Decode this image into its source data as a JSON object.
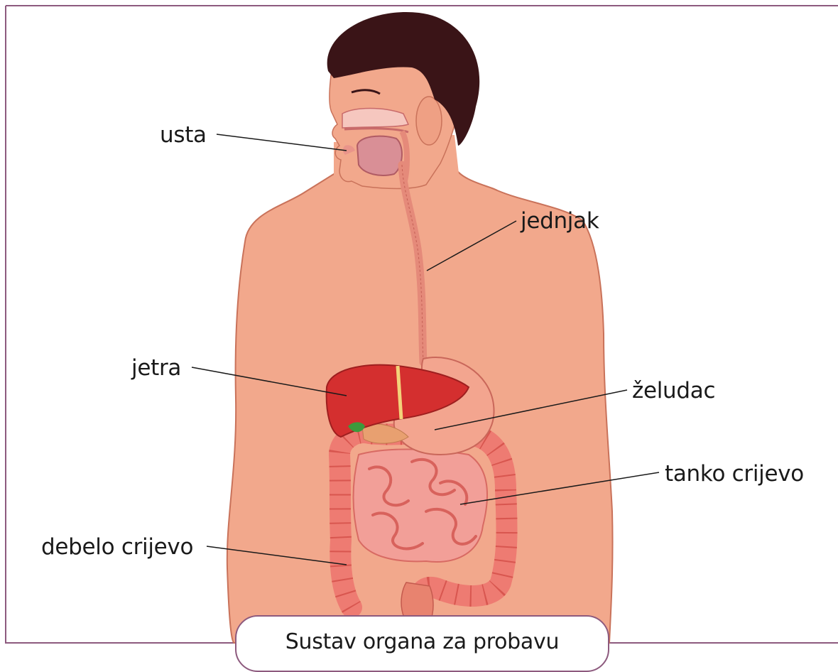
{
  "labels": {
    "usta": "usta",
    "jednjak": "jednjak",
    "jetra": "jetra",
    "zeludac": "želudac",
    "tanko_crijevo": "tanko crijevo",
    "debelo_crijevo": "debelo crijevo"
  },
  "caption": "Sustav organa za probavu",
  "colors": {
    "frame": "#8d5a7e",
    "skin": "#f2a88c",
    "skin_outline": "#c9725a",
    "hair": "#3a1417",
    "liver": "#d42f2f",
    "stomach": "#f3a58f",
    "intestine": "#f07e74",
    "esophagus": "#e58a7a"
  }
}
